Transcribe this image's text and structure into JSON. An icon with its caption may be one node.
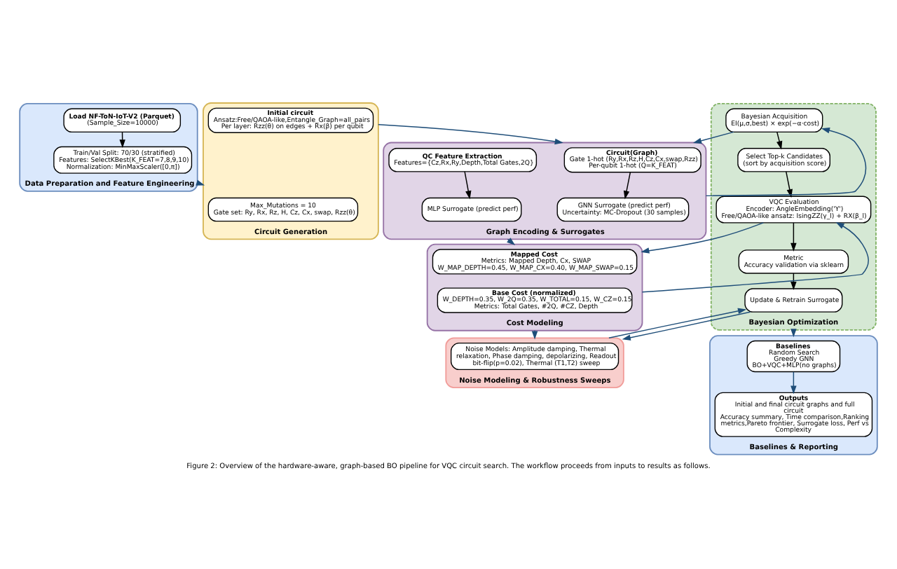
{
  "diagram": {
    "caption": "Figure 2: Overview of the hardware-aware, graph-based BO pipeline for VQC circuit search. The workflow proceeds from inputs to results as follows.",
    "nodes": [
      {
        "text": [
          "Data Preparation and Feature Engineering"
        ]
      },
      {
        "text": [
          "Load NF-ToN-IoT-V2 (Parquet)",
          "(Sample_Size=10000)"
        ],
        "in": 0
      },
      {
        "text": [
          "Train/Val Split: 70/30 (stratified)",
          "Features: SelectKBest(K_FEAT=7,8,9,10)",
          "Normalization: MinMaxScaler([0,π])"
        ],
        "in": 0
      },
      {
        "text": [
          "Bayesian Optimization"
        ]
      },
      {
        "text": [
          "Bayesian Acquisition",
          "EI(μ,σ,best) × exp(−α·cost)"
        ],
        "in": 3
      },
      {
        "text": [
          "Select Top-k Candidates",
          "(sort by acquisition score)"
        ],
        "in": 3
      },
      {
        "text": [
          "VQC Evaluation",
          "Encoder: AngleEmbedding('Y')",
          "Free/QAOA-like ansatz: IsingZZ(γ_l) + RX(β_l)"
        ],
        "in": 3
      },
      {
        "text": [
          "Metric",
          "Accuracy validation via sklearn"
        ],
        "in": 3
      },
      {
        "text": [
          "Update & Retrain Surrogate"
        ],
        "in": 3
      },
      {
        "text": [
          "Circuit Generation"
        ]
      },
      {
        "text": [
          "Max_Mutations = 10",
          "Gate set: Ry, Rx, Rz, H, Cz, Cx, swap, Rzz(θ)"
        ],
        "in": 9
      },
      {
        "text": [
          "Initial circuit",
          "Ansatz:Free/QAOA-like,Entangle_Graph=all_pairs",
          "Per layer: Rzz(θ) on edges + Rx(β) per qubit"
        ],
        "in": 9
      },
      {
        "text": [
          "Graph Encoding & Surrogates"
        ]
      },
      {
        "text": [
          "Circuit(Graph)",
          "Gate 1-hot (Ry,Rx,Rz,H,Cz,Cx,swap,Rzz)",
          "Per-qubit 1-hot (Q=K_FEAT)"
        ],
        "in": 12
      },
      {
        "text": [
          "QC Feature Extraction",
          "Features={Cz,Rx,Ry,Depth,Total Gates,2Q}"
        ],
        "in": 12
      },
      {
        "text": [
          "GNN Surrogate (predict perf)",
          "Uncertainty: MC-Dropout (30 samples)"
        ],
        "in": 12
      },
      {
        "text": [
          "MLP Surrogate (predict perf)"
        ],
        "in": 12
      },
      {
        "text": [
          "Cost Modeling"
        ]
      },
      {
        "text": [
          "Mapped Cost",
          "Metrics: Mapped Depth, Cx, SWAP",
          "W_MAP_DEPTH=0.45, W_MAP_CX=0.40, W_MAP_SWAP=0.15"
        ],
        "in": 17
      },
      {
        "text": [
          "Base Cost (normalized)",
          "W_DEPTH=0.35, W_2Q=0.35, W_TOTAL=0.15, W_CZ=0.15",
          "Metrics: Total Gates, #2Q, #CZ, Depth"
        ],
        "in": 17
      },
      {
        "text": [
          "Noise Modeling & Robustness Sweeps"
        ]
      },
      {
        "text": [
          "Noise Models: Amplitude damping, Thermal relaxation, Phase damping, depolarizing, Readout bit-flip(p=0.02), Thermal (T1,T2) sweep"
        ],
        "in": 20
      },
      {
        "text": [
          "Baselines & Reporting"
        ]
      },
      {
        "text": [
          "Baselines",
          "Random Search",
          "Greedy GNN",
          "BO+VQC+MLP(no graphs)"
        ],
        "in": 22
      },
      {
        "text": [
          "Outputs",
          "Initial and final circuit graphs and full circuit",
          "Accuracy summary, Time comparison,Ranking metrics,Pareto frontier, Surrogate loss, Perf vs Complexity"
        ],
        "in": 22
      }
    ],
    "edges": [
      {
        "from": 1,
        "to": 2,
        "arrow": "to",
        "color": "#000000"
      },
      {
        "from": 0,
        "to": 9,
        "arrow": "to"
      },
      {
        "from": 4,
        "to": 12,
        "arrow": "to"
      },
      {
        "from": 12,
        "to": 4,
        "arrow": "to"
      },
      {
        "from": 4,
        "to": 5,
        "arrow": "to",
        "color": "#000000"
      },
      {
        "from": 5,
        "to": 6,
        "arrow": "to",
        "color": "#000000"
      },
      {
        "from": 6,
        "to": 7,
        "arrow": "to",
        "color": "#000000"
      },
      {
        "from": 7,
        "to": 8,
        "arrow": "to",
        "color": "#000000"
      },
      {
        "from": 6,
        "to": 17,
        "arrow": "to"
      },
      {
        "from": 17,
        "to": 6,
        "arrow": "to"
      },
      {
        "from": 8,
        "to": 20,
        "arrow": "to"
      },
      {
        "from": 20,
        "to": 8,
        "arrow": "to"
      },
      {
        "from": 9,
        "to": 12,
        "arrow": "to"
      },
      {
        "from": 13,
        "to": 15,
        "arrow": "to",
        "color": "#000000"
      },
      {
        "from": 14,
        "to": 16,
        "arrow": "to",
        "color": "#000000"
      },
      {
        "from": 12,
        "to": 17,
        "arrow": "to"
      },
      {
        "from": 17,
        "to": 20,
        "arrow": "to"
      },
      {
        "from": 3,
        "to": 22,
        "arrow": "to"
      },
      {
        "from": 23,
        "to": 24,
        "arrow": "to"
      }
    ]
  }
}
